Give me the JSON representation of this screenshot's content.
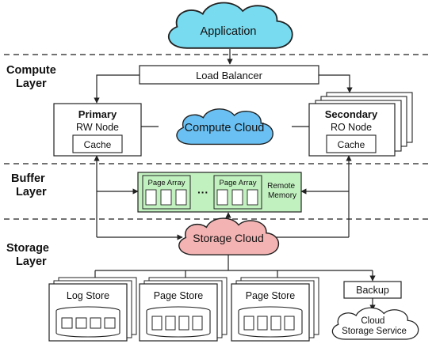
{
  "colors": {
    "application_cloud": "#78dbf0",
    "compute_cloud": "#6ac0f2",
    "storage_cloud": "#f4b3b3",
    "buffer_panel": "#c2f1c0",
    "line": "#222222",
    "dash": "#444444"
  },
  "application": {
    "label": "Application"
  },
  "layers": {
    "compute": [
      "Compute",
      "Layer"
    ],
    "buffer": [
      "Buffer",
      "Layer"
    ],
    "storage": [
      "Storage",
      "Layer"
    ]
  },
  "load_balancer": {
    "label": "Load Balancer"
  },
  "primary": {
    "title": "Primary",
    "subtitle": "RW Node",
    "cache": "Cache"
  },
  "secondary": {
    "title": "Secondary",
    "subtitle": "RO Node",
    "cache": "Cache"
  },
  "compute_cloud": {
    "label": "Compute Cloud"
  },
  "buffer": {
    "page_array_1": "Page Array",
    "ellipsis": "···",
    "page_array_2": "Page Array",
    "remote_memory": [
      "Remote",
      "Memory"
    ]
  },
  "storage_cloud": {
    "label": "Storage Cloud"
  },
  "stores": {
    "log": "Log Store",
    "page_1": "Page Store",
    "page_2": "Page Store"
  },
  "backup": {
    "label": "Backup"
  },
  "cloud_storage": {
    "lines": [
      "Cloud",
      "Storage Service"
    ]
  }
}
